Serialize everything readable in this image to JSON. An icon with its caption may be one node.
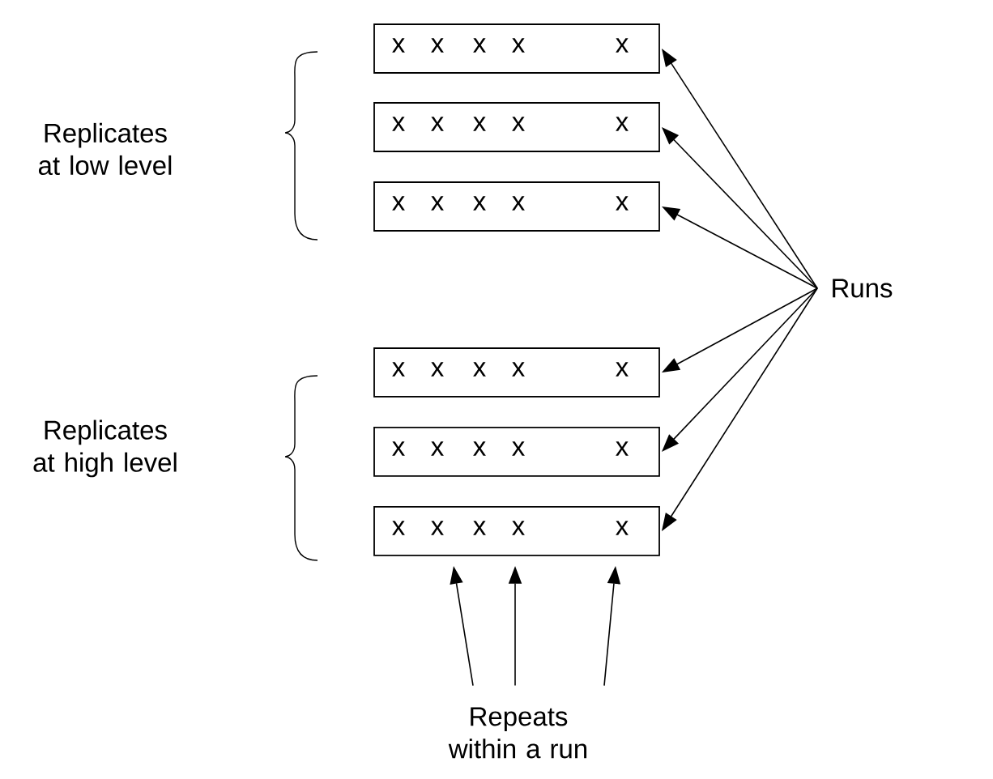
{
  "diagram": {
    "nodes": [
      {
        "text": [
          "x",
          "x",
          "x",
          "x",
          "x"
        ]
      },
      {
        "text": [
          "x",
          "x",
          "x",
          "x",
          "x"
        ]
      },
      {
        "text": [
          "x",
          "x",
          "x",
          "x",
          "x"
        ]
      },
      {
        "text": [
          "x",
          "x",
          "x",
          "x",
          "x"
        ]
      },
      {
        "text": [
          "x",
          "x",
          "x",
          "x",
          "x"
        ]
      },
      {
        "text": [
          "x",
          "x",
          "x",
          "x",
          "x"
        ]
      },
      {
        "text": [
          "Runs"
        ]
      },
      {
        "text": [
          "Repeats within a run"
        ]
      }
    ],
    "edges": [
      {
        "from": 6,
        "to": 0,
        "arrow": "to"
      },
      {
        "from": 6,
        "to": 1,
        "arrow": "to"
      },
      {
        "from": 6,
        "to": 2,
        "arrow": "to"
      },
      {
        "from": 6,
        "to": 3,
        "arrow": "to"
      },
      {
        "from": 6,
        "to": 4,
        "arrow": "to"
      },
      {
        "from": 6,
        "to": 5,
        "arrow": "to"
      },
      {
        "from": 7,
        "to": 5,
        "arrow": "to"
      },
      {
        "from": 7,
        "to": 5,
        "arrow": "to"
      },
      {
        "from": 7,
        "to": 5,
        "arrow": "to"
      }
    ],
    "labels": [
      "Replicates at low level",
      "Replicates at high level"
    ]
  }
}
